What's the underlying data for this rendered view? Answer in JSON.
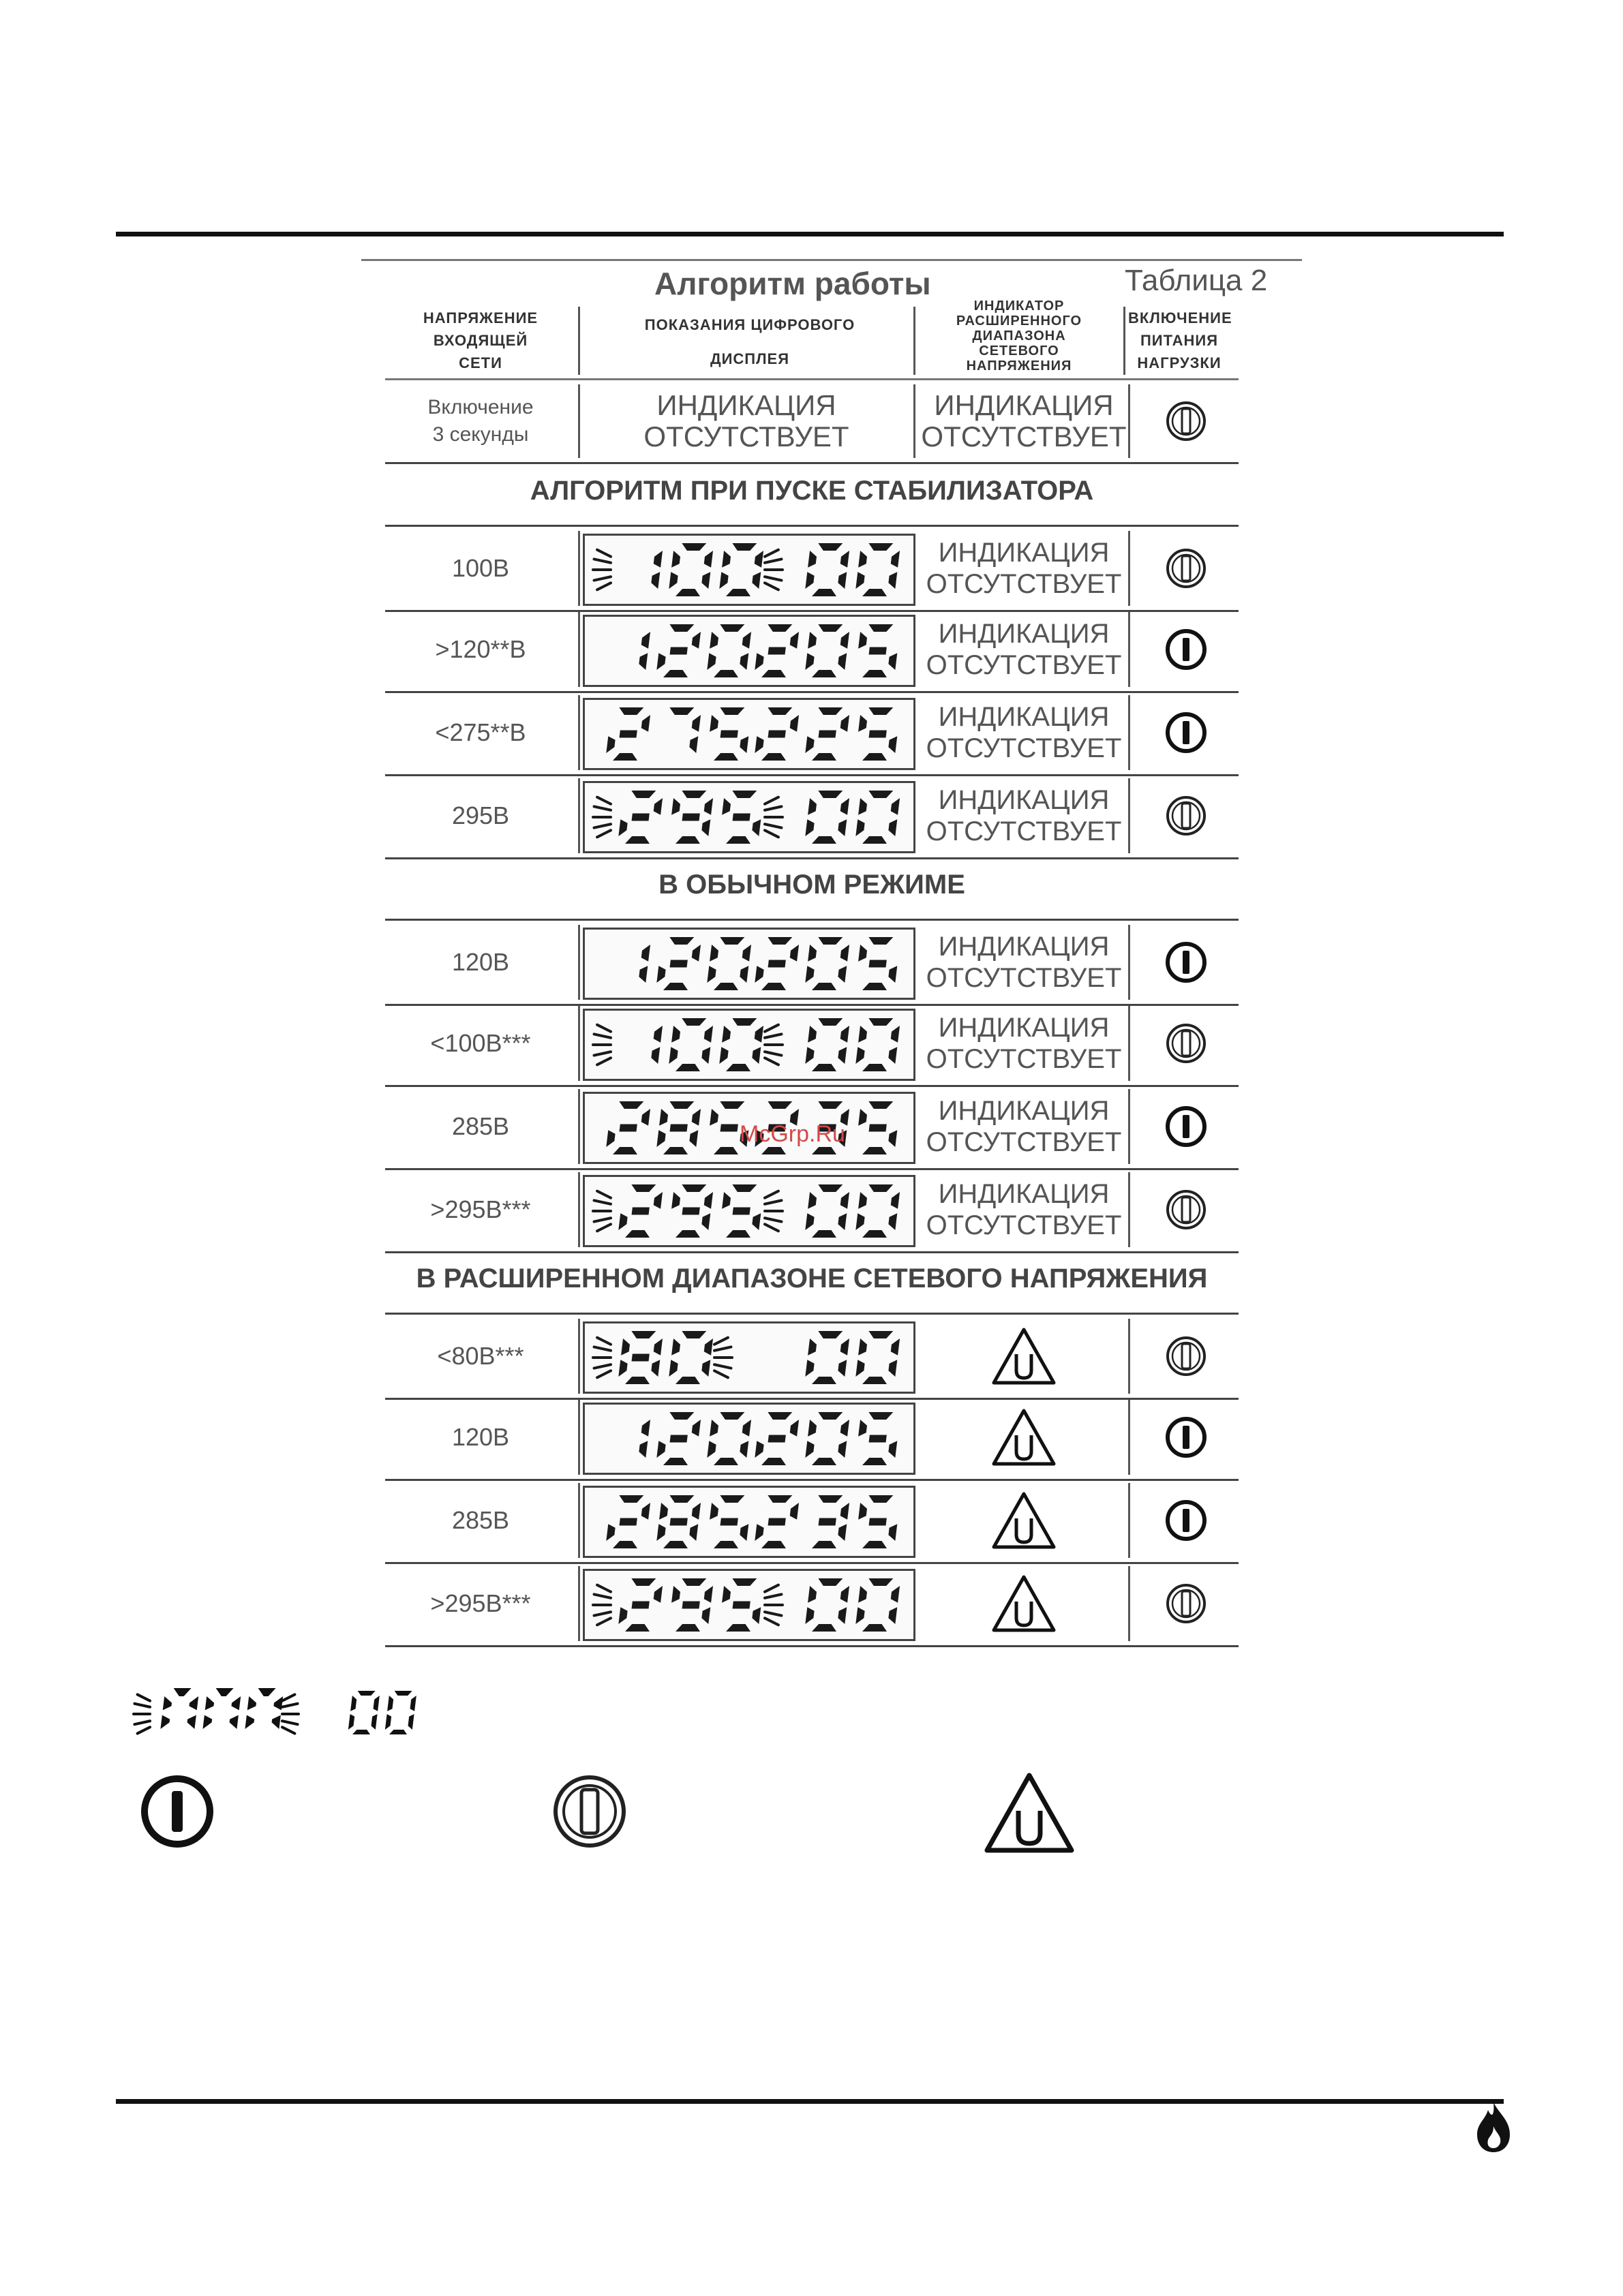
{
  "table": {
    "title": "Алгоритм работы",
    "table_number": "Таблица 2",
    "headers": {
      "voltage": [
        "НАПРЯЖЕНИЕ",
        "ВХОДЯЩЕЙ",
        "СЕТИ"
      ],
      "display": [
        "ПОКАЗАНИЯ ЦИФРОВОГО",
        "ДИСПЛЕЯ"
      ],
      "indicator": [
        "ИНДИКАТОР",
        "РАСШИРЕННОГО",
        "ДИАПАЗОНА",
        "СЕТЕВОГО",
        "НАПРЯЖЕНИЯ"
      ],
      "power": [
        "ВКЛЮЧЕНИЕ",
        "ПИТАНИЯ",
        "НАГРУЗКИ"
      ]
    },
    "intro_row": {
      "voltage_line1": "Включение",
      "voltage_line2": "3 секунды",
      "display_line1": "ИНДИКАЦИЯ",
      "display_line2": "ОТСУТСТВУЕТ",
      "indicator_line1": "ИНДИКАЦИЯ",
      "indicator_line2": "ОТСУТСТВУЕТ",
      "power": "blink"
    },
    "sections": [
      {
        "title": "АЛГОРИТМ ПРИ ПУСКЕ СТАБИЛИЗАТОРА",
        "rows": [
          {
            "voltage": "100В",
            "left": "100",
            "right": "00",
            "flash": true,
            "indicator": "none",
            "power": "blink"
          },
          {
            "voltage": ">120**В",
            "left": "120",
            "right": "205",
            "flash": false,
            "indicator": "none",
            "power": "on"
          },
          {
            "voltage": "<275**В",
            "left": "275",
            "right": "225",
            "flash": false,
            "indicator": "none",
            "power": "on"
          },
          {
            "voltage": "295В",
            "left": "295",
            "right": "00",
            "flash": true,
            "indicator": "none",
            "power": "blink"
          }
        ]
      },
      {
        "title": "В ОБЫЧНОМ РЕЖИМЕ",
        "rows": [
          {
            "voltage": "120В",
            "left": "120",
            "right": "205",
            "flash": false,
            "indicator": "none",
            "power": "on"
          },
          {
            "voltage": "<100В***",
            "left": "100",
            "right": "00",
            "flash": true,
            "indicator": "none",
            "power": "blink"
          },
          {
            "voltage": "285В",
            "left": "285",
            "right": "235",
            "flash": false,
            "indicator": "none",
            "power": "on"
          },
          {
            "voltage": ">295В***",
            "left": "295",
            "right": "00",
            "flash": true,
            "indicator": "none",
            "power": "blink"
          }
        ]
      },
      {
        "title": "В РАСШИРЕННОМ ДИАПАЗОНЕ СЕТЕВОГО НАПРЯЖЕНИЯ",
        "rows": [
          {
            "voltage": "<80В***",
            "left": "80",
            "right": "00",
            "flash": true,
            "indicator": "warning",
            "power": "blink"
          },
          {
            "voltage": "120В",
            "left": "120",
            "right": "205",
            "flash": false,
            "indicator": "warning",
            "power": "on"
          },
          {
            "voltage": "285В",
            "left": "285",
            "right": "235",
            "flash": false,
            "indicator": "warning",
            "power": "on"
          },
          {
            "voltage": ">295В***",
            "left": "295",
            "right": "00",
            "flash": true,
            "indicator": "warning",
            "power": "blink"
          }
        ]
      }
    ],
    "no_indication_line1": "ИНДИКАЦИЯ",
    "no_indication_line2": "ОТСУТСТВУЕТ"
  },
  "legend": {
    "display_left": "NNN",
    "display_right": "00"
  },
  "watermark": "McGrp.Ru",
  "colors": {
    "ink": "#111111",
    "segment": "#1a1a1a",
    "watermark": "#d44a4a"
  }
}
